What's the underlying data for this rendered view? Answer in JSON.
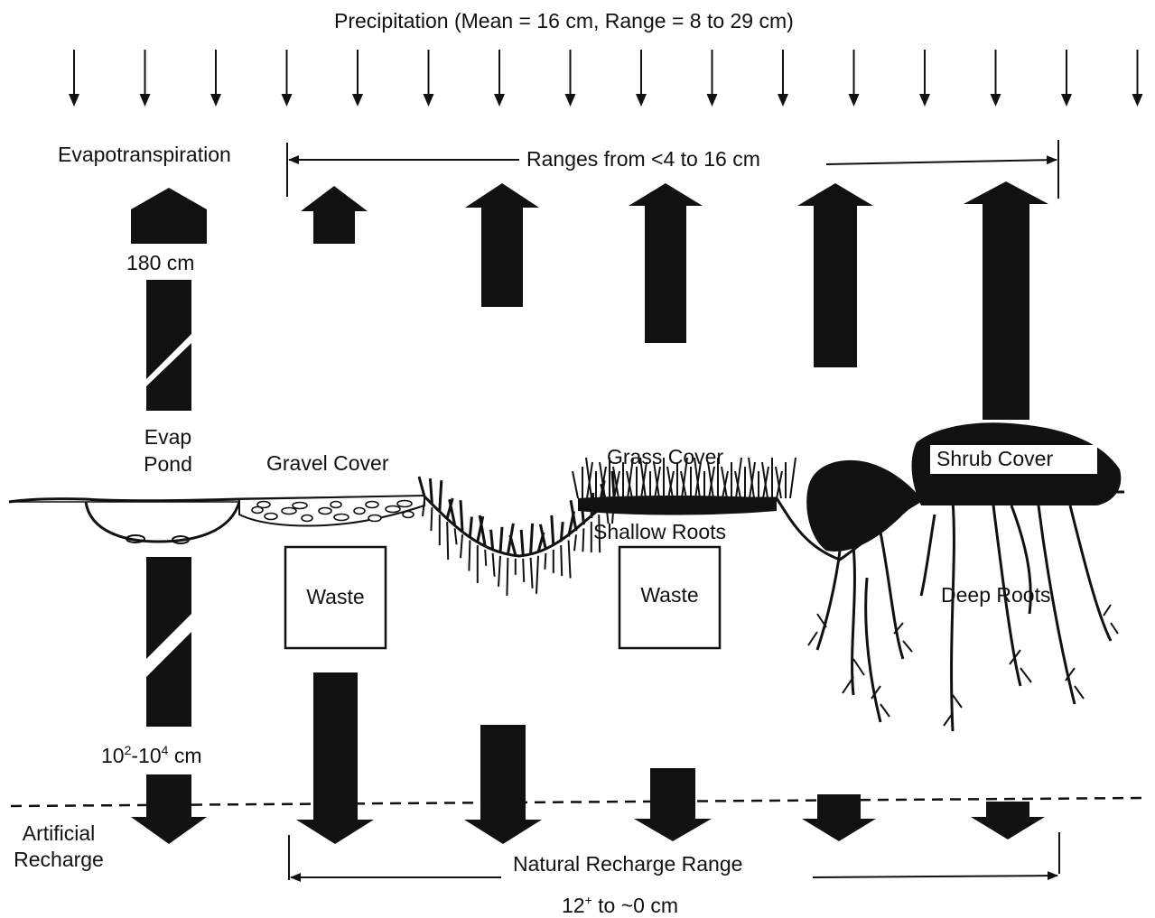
{
  "precipitation": {
    "label": "Precipitation (Mean = 16 cm, Range = 8 to 29 cm)"
  },
  "evapotranspiration": {
    "label": "Evapotranspiration",
    "range_label": "Ranges from <4 to 16 cm",
    "pond_value": "180 cm"
  },
  "pond": {
    "line1": "Evap",
    "line2": "Pond"
  },
  "covers": {
    "gravel": "Gravel Cover",
    "grass": "Grass Cover",
    "shrub": "Shrub Cover",
    "shallow_roots": "Shallow Roots",
    "deep_roots": "Deep Roots"
  },
  "waste": {
    "left": "Waste",
    "right": "Waste"
  },
  "recharge": {
    "pond_base1": "10",
    "pond_exp1": "2",
    "pond_mid": "-10",
    "pond_exp2": "4",
    "pond_unit": " cm",
    "artificial_line1": "Artificial",
    "artificial_line2": "Recharge",
    "natural_label": "Natural Recharge Range",
    "natural_value_base": "12",
    "natural_value_sup": "+",
    "natural_value_rest": " to ~0 cm"
  },
  "colors": {
    "ink": "#111111",
    "background": "#ffffff"
  }
}
